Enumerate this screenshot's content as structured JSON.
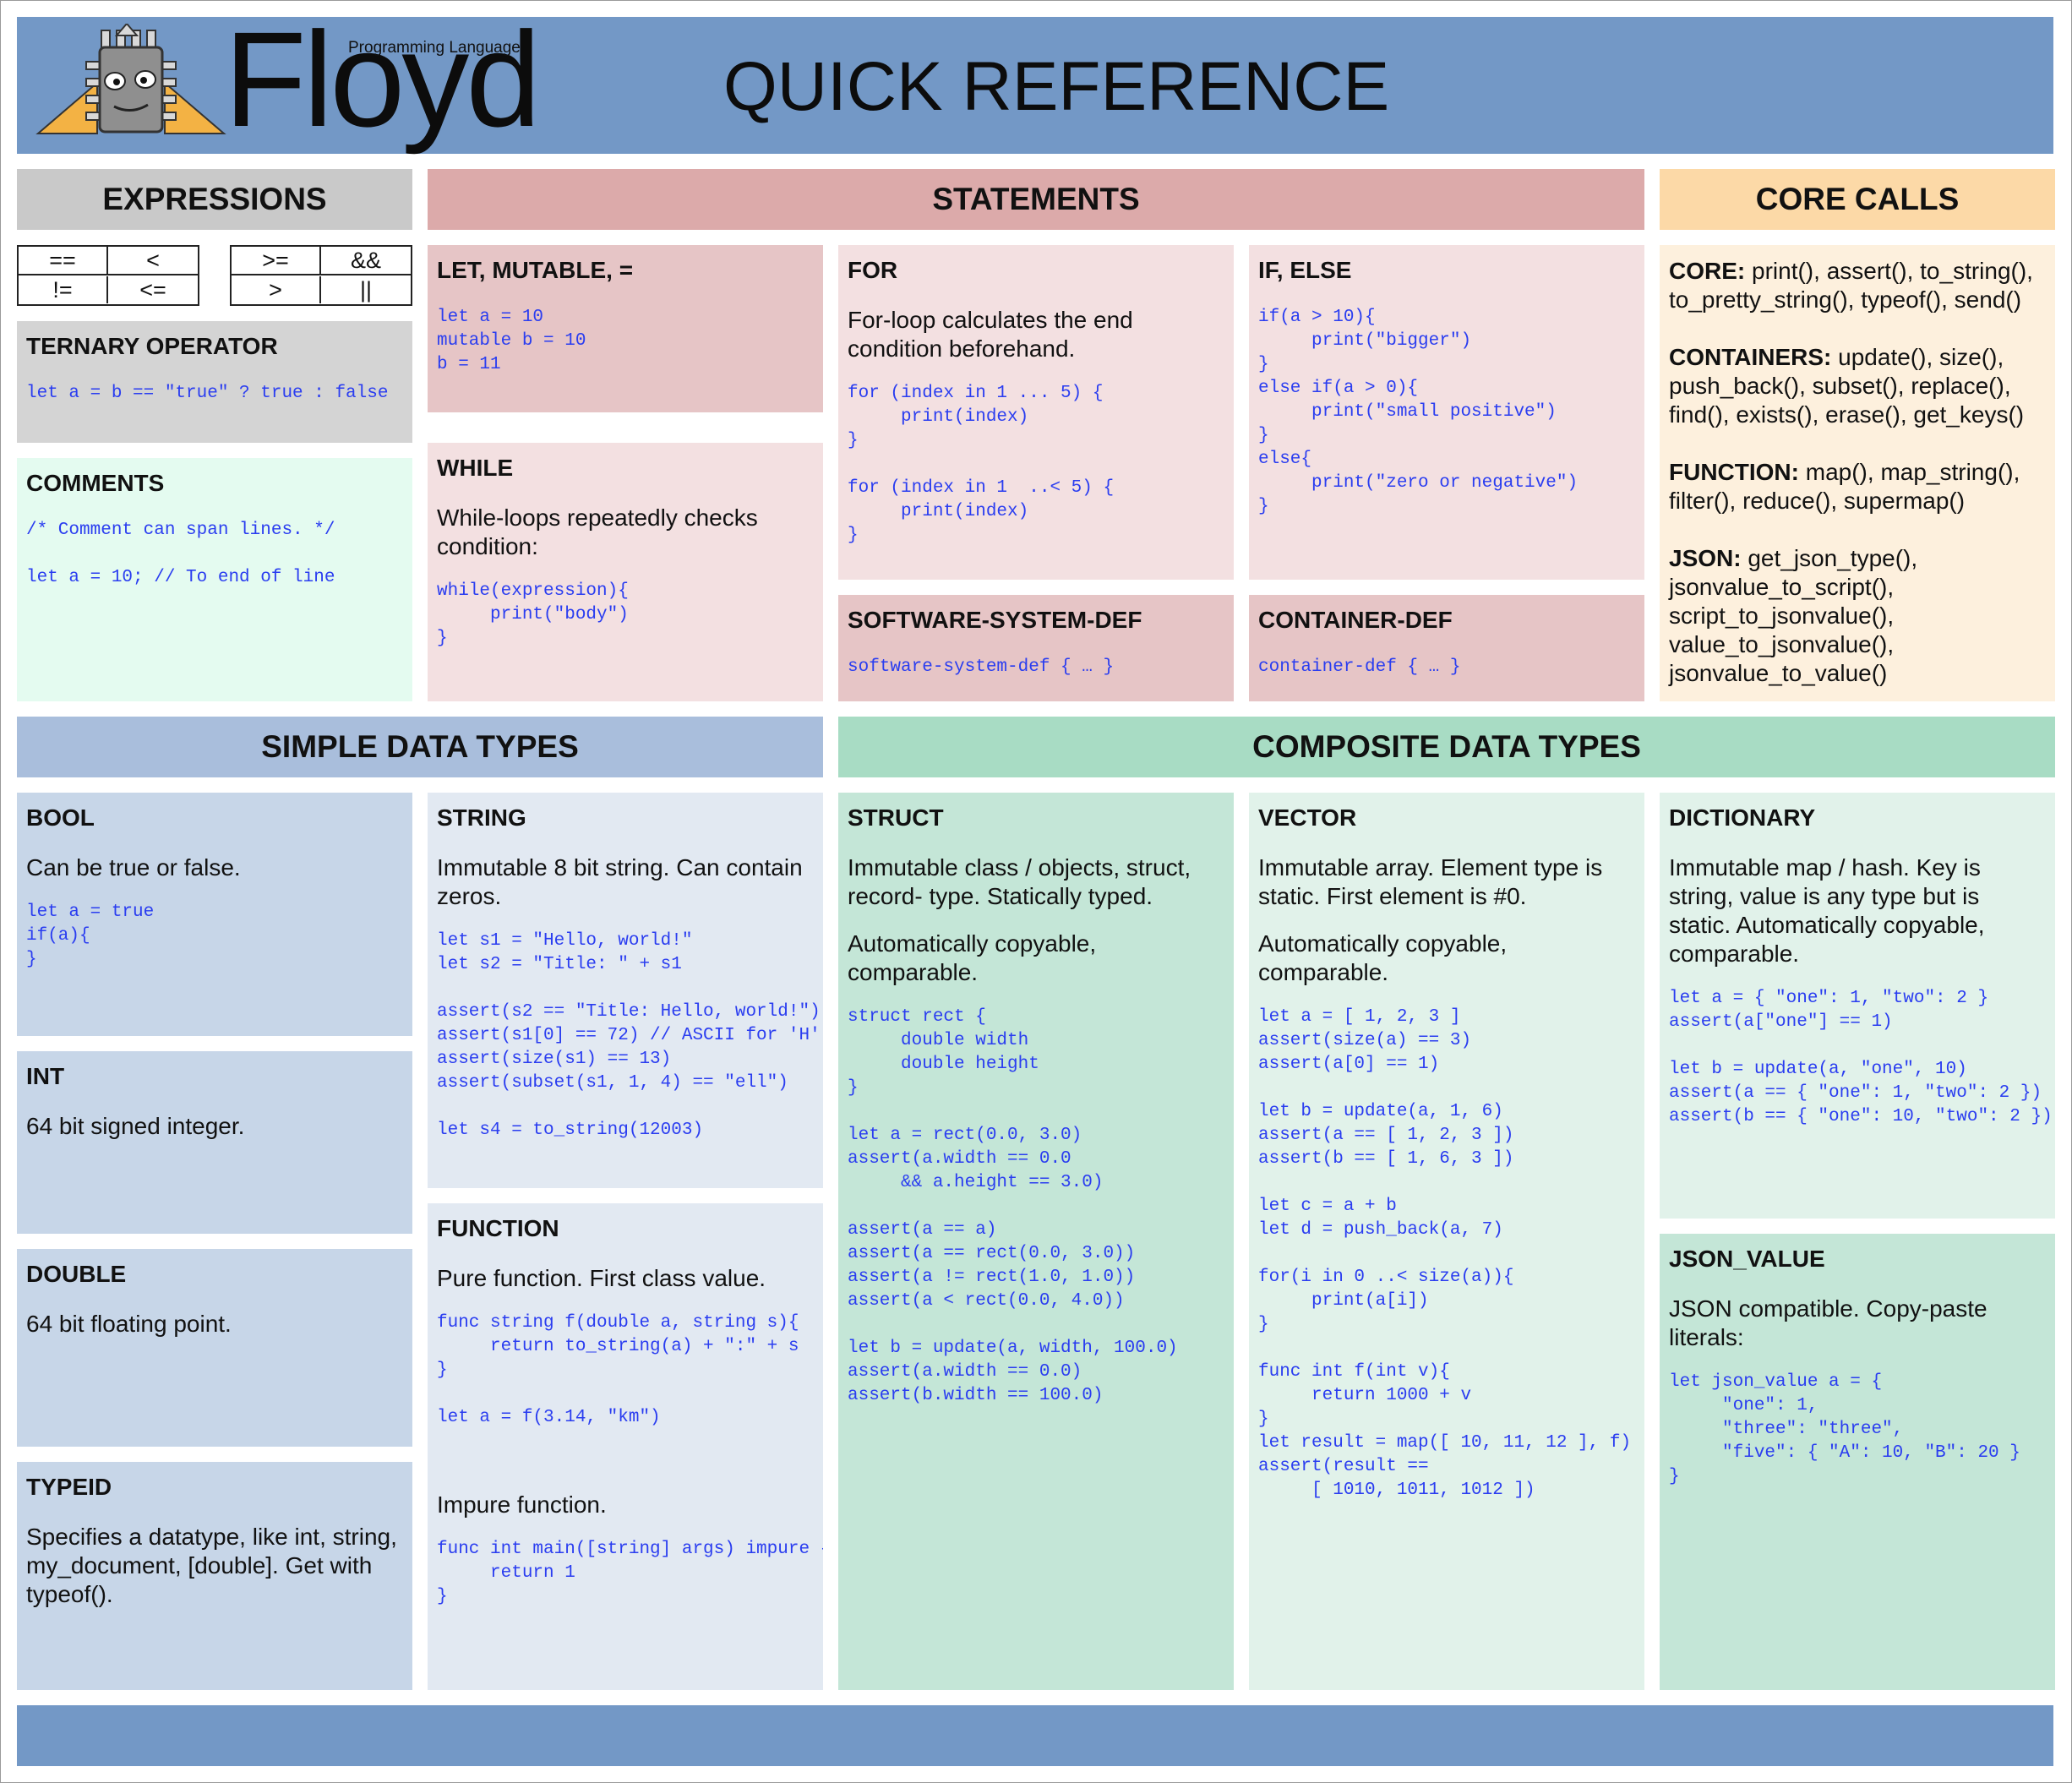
{
  "header": {
    "logo_name": "Floyd",
    "logo_subtitle": "Programming Language",
    "title": "QUICK REFERENCE",
    "mascot_icon": "chip-robot-mascot"
  },
  "colors": {
    "band": "#7398c6",
    "expressions": "#c9c9c9",
    "statements_header": "#dcaaaa",
    "statements_dark": "#e6c5c6",
    "statements_light": "#f3e0e1",
    "core_header": "#fcd9a7",
    "core_body": "#fdf0dd",
    "comments": "#e4fbf0",
    "simple_header": "#a9bedc",
    "simple_dark": "#c7d6e8",
    "simple_light": "#e2e9f2",
    "composite_header": "#a8dcc4",
    "composite_dark": "#c4e6d7",
    "composite_light": "#e1f2ea",
    "code_text": "#2a3df0"
  },
  "expressions": {
    "header": "EXPRESSIONS",
    "ops_left": [
      "==",
      "<",
      "!=",
      "<="
    ],
    "ops_right": [
      ">=",
      "&&",
      ">",
      "||"
    ],
    "ternary_title": "TERNARY OPERATOR",
    "ternary_code": "let a = b == \"true\" ? true : false",
    "comments_title": "COMMENTS",
    "comments_code_1": "/* Comment can span lines. */",
    "comments_code_2": "let a = 10; // To end of line"
  },
  "statements": {
    "header": "STATEMENTS",
    "let_title": "LET, MUTABLE, =",
    "let_code": "let a = 10\nmutable b = 10\nb = 11",
    "while_title": "WHILE",
    "while_text": "While-loops repeatedly checks condition:",
    "while_code": "while(expression){\n     print(\"body\")\n}",
    "for_title": "FOR",
    "for_text": "For-loop calculates the end condition beforehand.",
    "for_code_1": "for (index in 1 ... 5) {\n     print(index)\n}",
    "for_code_2": "for (index in 1  ..< 5) {\n     print(index)\n}",
    "if_title": "IF, ELSE",
    "if_code": "if(a > 10){\n     print(\"bigger\")\n}\nelse if(a > 0){\n     print(\"small positive\")\n}\nelse{\n     print(\"zero or negative\")\n}",
    "ssd_title": "SOFTWARE-SYSTEM-DEF",
    "ssd_code": "software-system-def { … }",
    "cd_title": "CONTAINER-DEF",
    "cd_code": "container-def { … }"
  },
  "core_calls": {
    "header": "CORE CALLS",
    "core_label": "CORE:",
    "core_text": " print(), assert(), to_string(), to_pretty_string(), typeof(), send()",
    "containers_label": "CONTAINERS:",
    "containers_text": " update(), size(), push_back(), subset(), replace(), find(), exists(), erase(), get_keys()",
    "function_label": "FUNCTION:",
    "function_text": " map(), map_string(), filter(), reduce(), supermap()",
    "json_label": "JSON:",
    "json_text": " get_json_type(), jsonvalue_to_script(), script_to_jsonvalue(), value_to_jsonvalue(), jsonvalue_to_value()"
  },
  "simple_types": {
    "header": "SIMPLE DATA TYPES",
    "bool_title": "BOOL",
    "bool_text": "Can be true or false.",
    "bool_code": "let a = true\nif(a){\n}",
    "int_title": "INT",
    "int_text": "64 bit signed integer.",
    "double_title": "DOUBLE",
    "double_text": "64 bit floating point.",
    "typeid_title": "TYPEID",
    "typeid_text": "Specifies a datatype, like int, string, my_document, [double]. Get with typeof().",
    "string_title": "STRING",
    "string_text": "Immutable 8 bit string. Can contain zeros.",
    "string_code_1": "let s1 = \"Hello, world!\"\nlet s2 = \"Title: \" + s1",
    "string_code_2": "assert(s2 == \"Title: Hello, world!\")\nassert(s1[0] == 72) // ASCII for 'H'\nassert(size(s1) == 13)\nassert(subset(s1, 1, 4) == \"ell\")",
    "string_code_3": "let s4 = to_string(12003)",
    "function_title": "FUNCTION",
    "function_text": "Pure function. First class value.",
    "function_code_1": "func string f(double a, string s){\n     return to_string(a) + \":\" + s\n}",
    "function_code_2": "let a = f(3.14, \"km\")",
    "impure_text": "Impure function.",
    "impure_code": "func int main([string] args) impure {\n     return 1\n}"
  },
  "composite_types": {
    "header": "COMPOSITE DATA TYPES",
    "struct_title": "STRUCT",
    "struct_text_1": "Immutable class / objects, struct, record- type. Statically typed.",
    "struct_text_2": "Automatically copyable, comparable.",
    "struct_code_1": "struct rect {\n     double width\n     double height\n}",
    "struct_code_2": "let a = rect(0.0, 3.0)\nassert(a.width == 0.0\n     && a.height == 3.0)",
    "struct_code_3": "assert(a == a)\nassert(a == rect(0.0, 3.0))\nassert(a != rect(1.0, 1.0))\nassert(a < rect(0.0, 4.0))",
    "struct_code_4": "let b = update(a, width, 100.0)\nassert(a.width == 0.0)\nassert(b.width == 100.0)",
    "vector_title": "VECTOR",
    "vector_text_1": "Immutable array. Element type is static. First element is #0.",
    "vector_text_2": "Automatically copyable, comparable.",
    "vector_code_1": "let a = [ 1, 2, 3 ]\nassert(size(a) == 3)\nassert(a[0] == 1)",
    "vector_code_2": "let b = update(a, 1, 6)\nassert(a == [ 1, 2, 3 ])\nassert(b == [ 1, 6, 3 ])",
    "vector_code_3": "let c = a + b\nlet d = push_back(a, 7)",
    "vector_code_4": "for(i in 0 ..< size(a)){\n     print(a[i])\n}",
    "vector_code_5": "func int f(int v){\n     return 1000 + v\n}\nlet result = map([ 10, 11, 12 ], f)\nassert(result ==\n     [ 1010, 1011, 1012 ])",
    "dict_title": "DICTIONARY",
    "dict_text": "Immutable map / hash. Key is string, value is any type but is static. Automatically copyable, comparable.",
    "dict_code_1": "let a = { \"one\": 1, \"two\": 2 }\nassert(a[\"one\"] == 1)",
    "dict_code_2": "let b = update(a, \"one\", 10)\nassert(a == { \"one\": 1, \"two\": 2 })\nassert(b == { \"one\": 10, \"two\": 2 })",
    "json_title": "JSON_VALUE",
    "json_text": "JSON compatible. Copy-paste literals:",
    "json_code": "let json_value a = {\n     \"one\": 1,\n     \"three\": \"three\",\n     \"five\": { \"A\": 10, \"B\": 20 }\n}"
  }
}
